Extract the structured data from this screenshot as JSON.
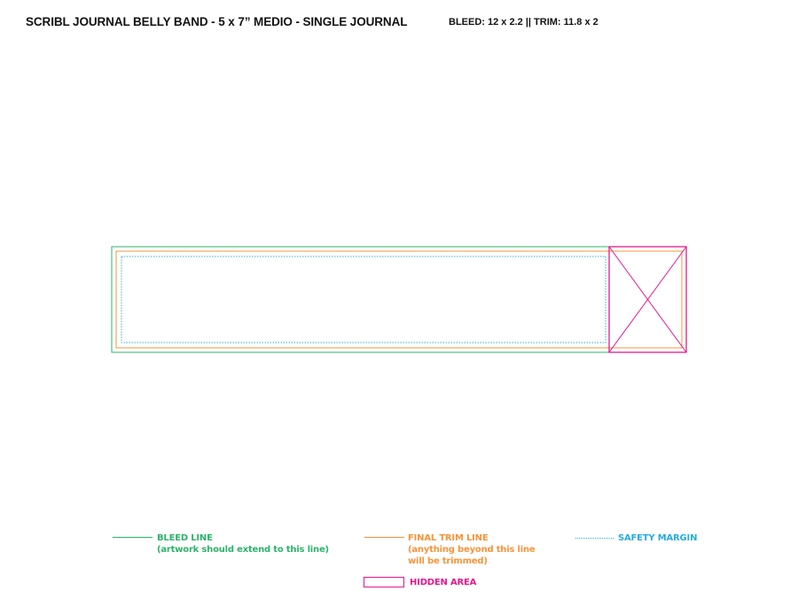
{
  "header": {
    "title": "SCRIBL JOURNAL BELLY BAND - 5 x 7” MEDIO - SINGLE JOURNAL",
    "specs": "BLEED: 12 x 2.2 || TRIM: 11.8 x 2"
  },
  "colors": {
    "bleed": "#2db36b",
    "trim": "#f7943a",
    "safety": "#29abe2",
    "hidden": "#e5198b"
  },
  "legend": {
    "bleed": {
      "label": "BLEED LINE",
      "note": "(artwork should extend to this line)"
    },
    "trim": {
      "label": "FINAL TRIM LINE",
      "note_line1": "(anything beyond this line",
      "note_line2": "will be trimmed)"
    },
    "safety": {
      "label": "SAFETY MARGIN"
    },
    "hidden": {
      "label": "HIDDEN AREA"
    }
  }
}
